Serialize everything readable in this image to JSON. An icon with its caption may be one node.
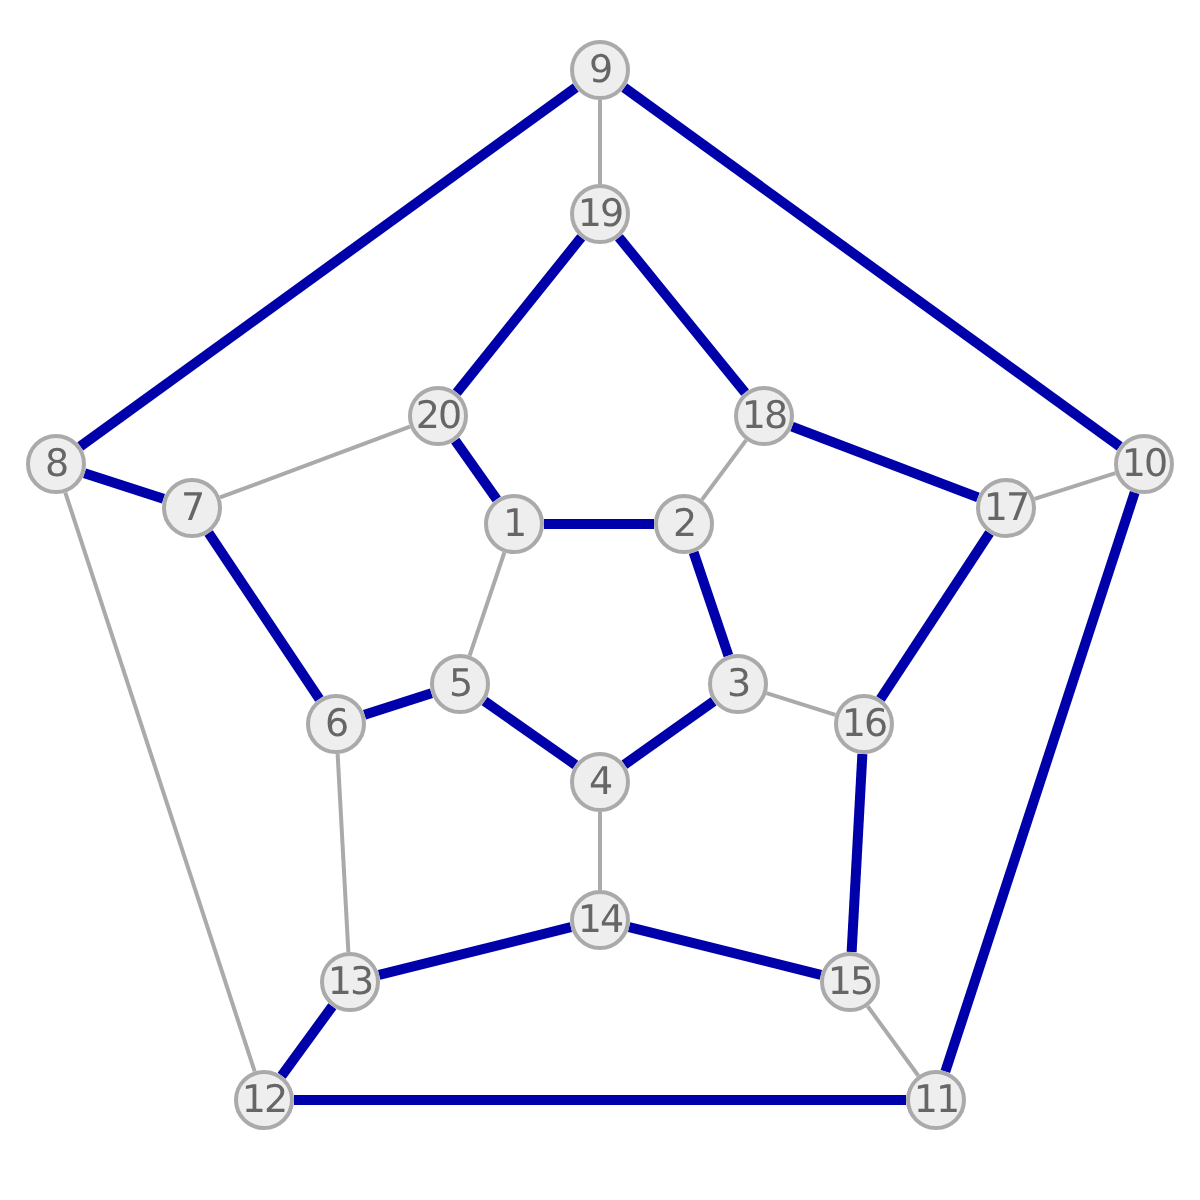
{
  "diagram": {
    "nodes": [
      {
        "text": [
          "1"
        ]
      },
      {
        "text": [
          "2"
        ]
      },
      {
        "text": [
          "3"
        ]
      },
      {
        "text": [
          "4"
        ]
      },
      {
        "text": [
          "5"
        ]
      },
      {
        "text": [
          "6"
        ]
      },
      {
        "text": [
          "7"
        ]
      },
      {
        "text": [
          "8"
        ]
      },
      {
        "text": [
          "9"
        ]
      },
      {
        "text": [
          "10"
        ]
      },
      {
        "text": [
          "11"
        ]
      },
      {
        "text": [
          "12"
        ]
      },
      {
        "text": [
          "13"
        ]
      },
      {
        "text": [
          "14"
        ]
      },
      {
        "text": [
          "15"
        ]
      },
      {
        "text": [
          "16"
        ]
      },
      {
        "text": [
          "17"
        ]
      },
      {
        "text": [
          "18"
        ]
      },
      {
        "text": [
          "19"
        ]
      },
      {
        "text": [
          "20"
        ]
      }
    ],
    "edges": [
      {
        "from": 8,
        "to": 7,
        "arrow": "none"
      },
      {
        "from": 8,
        "to": 9,
        "arrow": "none"
      },
      {
        "from": 18,
        "to": 19,
        "arrow": "none"
      },
      {
        "from": 18,
        "to": 17,
        "arrow": "none"
      },
      {
        "from": 19,
        "to": 0,
        "arrow": "none"
      },
      {
        "from": 0,
        "to": 1,
        "arrow": "none"
      },
      {
        "from": 1,
        "to": 2,
        "arrow": "none"
      },
      {
        "from": 2,
        "to": 3,
        "arrow": "none"
      },
      {
        "from": 3,
        "to": 4,
        "arrow": "none"
      },
      {
        "from": 4,
        "to": 5,
        "arrow": "none"
      },
      {
        "from": 5,
        "to": 6,
        "arrow": "none"
      },
      {
        "from": 6,
        "to": 7,
        "arrow": "none"
      },
      {
        "from": 17,
        "to": 16,
        "arrow": "none"
      },
      {
        "from": 16,
        "to": 15,
        "arrow": "none"
      },
      {
        "from": 15,
        "to": 14,
        "arrow": "none"
      },
      {
        "from": 14,
        "to": 13,
        "arrow": "none"
      },
      {
        "from": 13,
        "to": 12,
        "arrow": "none"
      },
      {
        "from": 12,
        "to": 11,
        "arrow": "none"
      },
      {
        "from": 11,
        "to": 10,
        "arrow": "none"
      },
      {
        "from": 10,
        "to": 9,
        "arrow": "none"
      },
      {
        "from": 8,
        "to": 18,
        "arrow": "none",
        "color": "#aaaaaa"
      },
      {
        "from": 19,
        "to": 6,
        "arrow": "none",
        "color": "#aaaaaa"
      },
      {
        "from": 17,
        "to": 1,
        "arrow": "none",
        "color": "#aaaaaa"
      },
      {
        "from": 0,
        "to": 4,
        "arrow": "none",
        "color": "#aaaaaa"
      },
      {
        "from": 2,
        "to": 15,
        "arrow": "none",
        "color": "#aaaaaa"
      },
      {
        "from": 16,
        "to": 9,
        "arrow": "none",
        "color": "#aaaaaa"
      },
      {
        "from": 5,
        "to": 12,
        "arrow": "none",
        "color": "#aaaaaa"
      },
      {
        "from": 7,
        "to": 11,
        "arrow": "none",
        "color": "#aaaaaa"
      },
      {
        "from": 3,
        "to": 13,
        "arrow": "none",
        "color": "#aaaaaa"
      },
      {
        "from": 14,
        "to": 10,
        "arrow": "none",
        "color": "#aaaaaa"
      }
    ]
  }
}
